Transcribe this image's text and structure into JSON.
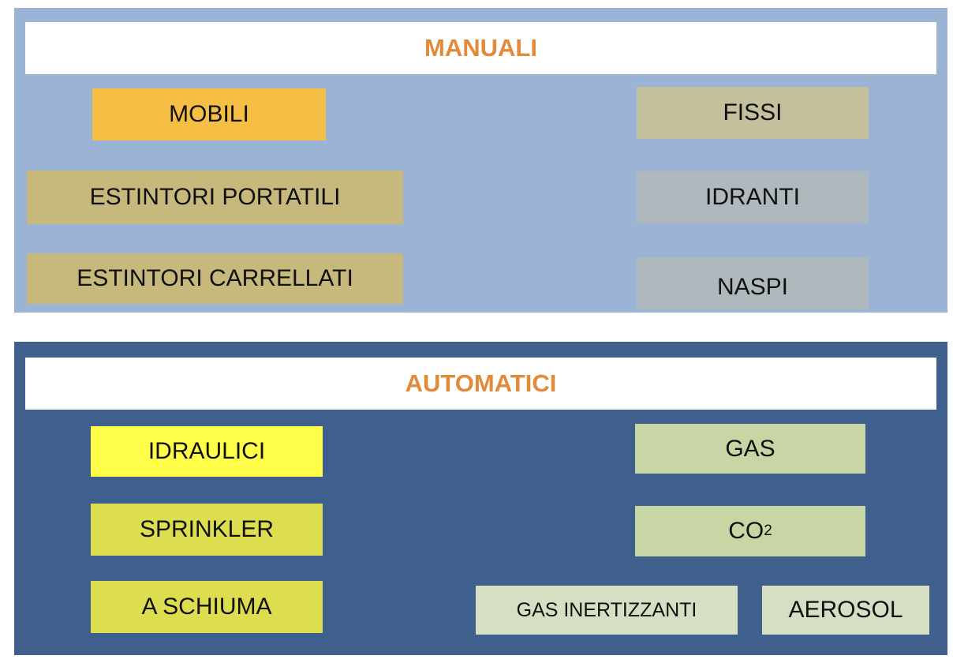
{
  "manuali": {
    "title": "MANUALI",
    "colors": {
      "panel": "#9bb4d5",
      "title": "#e08a3a",
      "mobili": "#f5bf45",
      "estintori": "#c7b87c",
      "fissi": "#c4bf9d",
      "idranti": "#aeb8bd"
    },
    "mobili": {
      "label": "MOBILI",
      "items": [
        "ESTINTORI PORTATILI",
        "ESTINTORI CARRELLATI"
      ]
    },
    "fissi": {
      "label": "FISSI",
      "items": [
        "IDRANTI",
        "NASPI"
      ]
    }
  },
  "automatici": {
    "title": "AUTOMATICI",
    "colors": {
      "panel": "#3f5f8d",
      "title": "#e08a3a",
      "idraulici": "#ffff4a",
      "idraulici_items": "#dddd50",
      "gas": "#c8d6a6",
      "gas_items": "#d6dfc3"
    },
    "idraulici": {
      "label": "IDRAULICI",
      "items": [
        "SPRINKLER",
        "A SCHIUMA"
      ]
    },
    "gas": {
      "label": "GAS",
      "co2_main": "CO",
      "co2_sub": "2",
      "items": [
        "GAS INERTIZZANTI",
        "AEROSOL"
      ]
    }
  }
}
